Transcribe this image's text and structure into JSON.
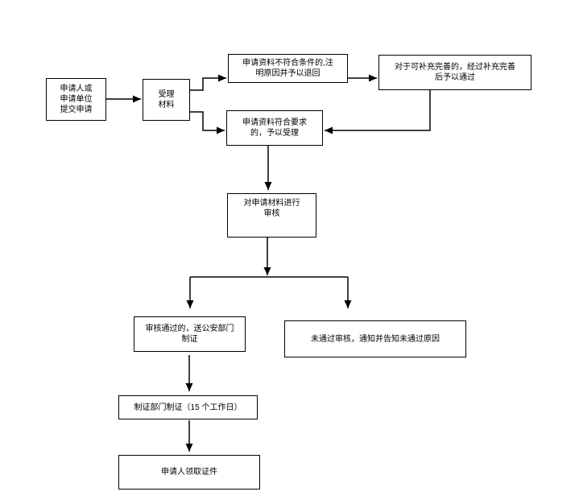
{
  "colors": {
    "background": "#ffffff",
    "line": "#000000",
    "node_fill": "#ffffff",
    "text": "#000000"
  },
  "flowchart": {
    "nodes": {
      "applicant": {
        "label": "申请人或\n申请单位\n提交申请"
      },
      "accept_material": {
        "label": "受理\n材料"
      },
      "reject": {
        "label": "申请资料不符合条件的,注\n明原因并予以退回"
      },
      "supplement": {
        "label": "对于可补充完善的，经过补充完善\n后予以通过"
      },
      "meets_requirements": {
        "label": "申请资料符合要求\n的，予以受理"
      },
      "review": {
        "label": "对申请材料进行\n审核"
      },
      "approved": {
        "label": "审核通过的，送公安部门\n制证"
      },
      "not_approved": {
        "label": "未通过审核，通知并告知未通过原因"
      },
      "card_production": {
        "label": "制证部门制证（15 个工作日）"
      },
      "receive_certificate": {
        "label": "申请人领取证件"
      }
    },
    "edges": [
      {
        "from": "applicant",
        "to": "accept_material"
      },
      {
        "from": "accept_material",
        "to": "reject"
      },
      {
        "from": "accept_material",
        "to": "meets_requirements"
      },
      {
        "from": "reject",
        "to": "supplement"
      },
      {
        "from": "supplement",
        "to": "meets_requirements"
      },
      {
        "from": "meets_requirements",
        "to": "review"
      },
      {
        "from": "review",
        "to": "approved"
      },
      {
        "from": "review",
        "to": "not_approved"
      },
      {
        "from": "approved",
        "to": "card_production"
      },
      {
        "from": "card_production",
        "to": "receive_certificate"
      }
    ]
  }
}
